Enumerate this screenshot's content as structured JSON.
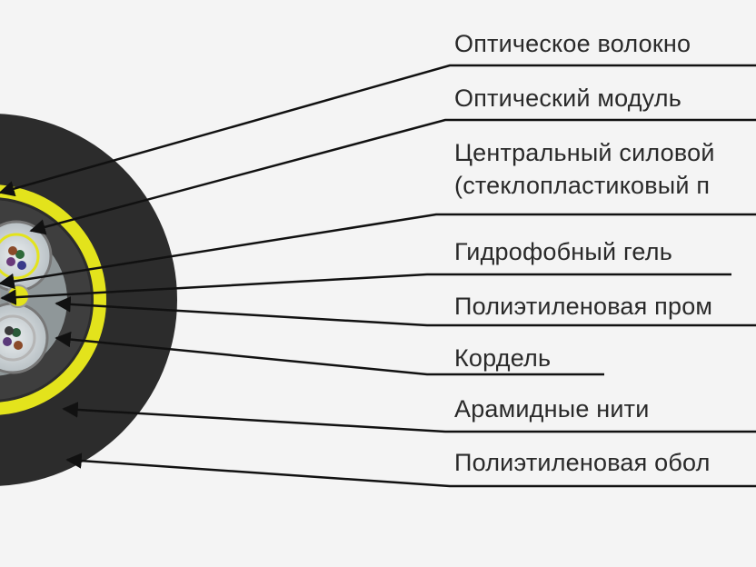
{
  "diagram": {
    "labels": [
      {
        "id": "fiber",
        "text": "Оптическое волокно"
      },
      {
        "id": "module",
        "text": "Оптический модуль"
      },
      {
        "id": "core",
        "lines": [
          "Центральный силовой",
          "(стеклопластиковый п"
        ]
      },
      {
        "id": "gel",
        "text": "Гидрофобный гель"
      },
      {
        "id": "inner-sheath",
        "text": "Полиэтиленовая пром"
      },
      {
        "id": "cordel",
        "text": "Кордель"
      },
      {
        "id": "aramid",
        "text": "Арамидные нити"
      },
      {
        "id": "outer-sheath",
        "text": "Полиэтиленовая обол"
      }
    ],
    "colors": {
      "background": "#f4f4f4",
      "outer_sheath": "#2b2b2b",
      "aramid_ring": "#e6e61e",
      "inner_sheath": "#3a3a3a",
      "module_fill": "#cfd5d8",
      "leader_line": "#111111"
    }
  }
}
